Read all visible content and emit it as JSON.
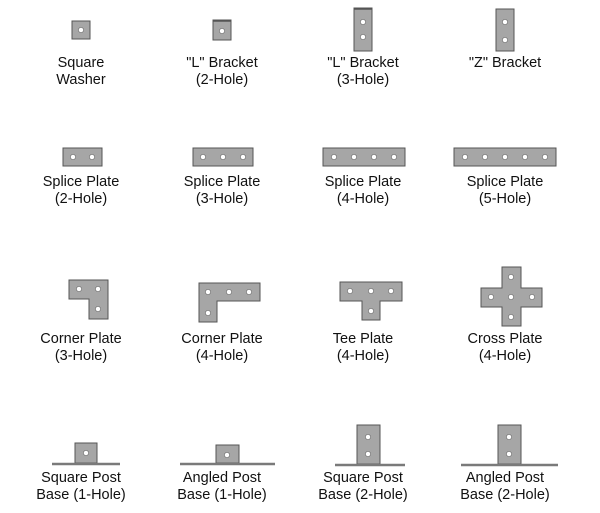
{
  "colors": {
    "plate_fill": "#a6a6a6",
    "plate_stroke": "#555555",
    "hole_fill": "#ffffff",
    "base_line": "#7a7a7a",
    "text": "#111111"
  },
  "items": [
    {
      "id": "square-washer",
      "line1": "Square",
      "line2": "Washer"
    },
    {
      "id": "l-bracket-2-hole",
      "line1": "\"L\" Bracket",
      "line2": "(2-Hole)"
    },
    {
      "id": "l-bracket-3-hole",
      "line1": "\"L\" Bracket",
      "line2": "(3-Hole)"
    },
    {
      "id": "z-bracket",
      "line1": "\"Z\" Bracket",
      "line2": ""
    },
    {
      "id": "splice-plate-2-hole",
      "line1": "Splice Plate",
      "line2": "(2-Hole)"
    },
    {
      "id": "splice-plate-3-hole",
      "line1": "Splice Plate",
      "line2": "(3-Hole)"
    },
    {
      "id": "splice-plate-4-hole",
      "line1": "Splice Plate",
      "line2": "(4-Hole)"
    },
    {
      "id": "splice-plate-5-hole",
      "line1": "Splice Plate",
      "line2": "(5-Hole)"
    },
    {
      "id": "corner-plate-3-hole",
      "line1": "Corner Plate",
      "line2": "(3-Hole)"
    },
    {
      "id": "corner-plate-4-hole",
      "line1": "Corner Plate",
      "line2": "(4-Hole)"
    },
    {
      "id": "tee-plate-4-hole",
      "line1": "Tee Plate",
      "line2": "(4-Hole)"
    },
    {
      "id": "cross-plate-4-hole",
      "line1": "Cross Plate",
      "line2": "(4-Hole)"
    },
    {
      "id": "square-post-base-1-hole",
      "line1": "Square Post",
      "line2": "Base (1-Hole)"
    },
    {
      "id": "angled-post-base-1-hole",
      "line1": "Angled Post",
      "line2": "Base (1-Hole)"
    },
    {
      "id": "square-post-base-2-hole",
      "line1": "Square Post",
      "line2": "Base (2-Hole)"
    },
    {
      "id": "angled-post-base-2-hole",
      "line1": "Angled Post",
      "line2": "Base (2-Hole)"
    }
  ]
}
